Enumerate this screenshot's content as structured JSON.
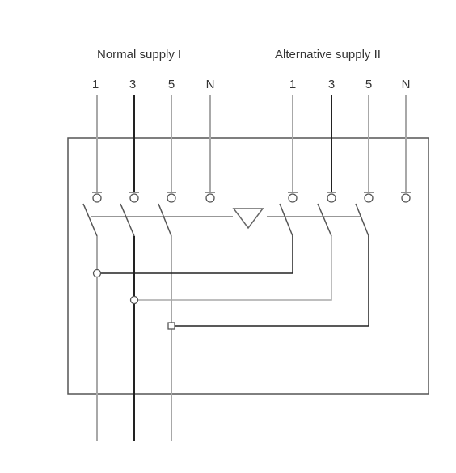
{
  "group_labels": {
    "normal": "Normal supply I",
    "alternative": "Alternative supply II"
  },
  "normal_terminals": [
    "1",
    "3",
    "5",
    "N"
  ],
  "alternative_terminals": [
    "1",
    "3",
    "5",
    "N"
  ],
  "colors": {
    "phase_light": "#a8a8a8",
    "phase_dark": "#222222",
    "enclosure": "#555555",
    "bus": "#777777"
  }
}
